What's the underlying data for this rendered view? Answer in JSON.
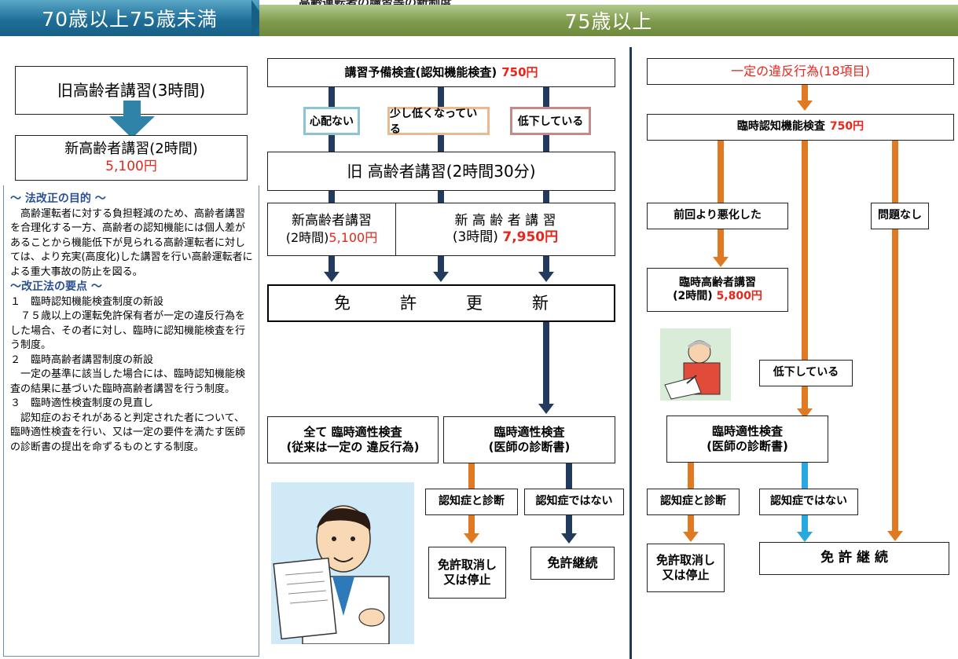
{
  "header": {
    "top_caption": "高齢運転者の講習等の新制度",
    "left_label": "70歳以上75歳未満",
    "right_label": "75歳以上"
  },
  "left_column": {
    "old_course": "旧高齢者講習(3時間)",
    "new_course_title": "新高齢者講習(2時間)",
    "new_course_price": "5,100円",
    "notes": {
      "purpose_heading": "～ 法改正の目的 ～",
      "purpose_text": "　高齢運転者に対する負担軽減のため、高齢者講習を合理化する一方、高齢者の認知機能には個人差があることから機能低下が見られる高齢運転者に対しては、より充実(高度化)した講習を行い高齢運転者による重大事故の防止を図る。",
      "points_heading": "～改正法の要点 ～",
      "p1_title": "１　臨時認知機能検査制度の新設",
      "p1_text": "　７５歳以上の運転免許保有者が一定の違反行為をした場合、その者に対し、臨時に認知機能検査を行う制度。",
      "p2_title": "２　臨時高齢者講習制度の新設",
      "p2_text": "　一定の基準に該当した場合には、臨時認知機能検査の結果に基づいた臨時高齢者講習を行う制度。",
      "p3_title": "３　臨時適性検査制度の見直し",
      "p3_text": "　認知症のおそれがあると判定された者について、臨時適性検査を行い、又は一定の要件を満たす医師の診断書の提出を命ずるものとする制度。"
    }
  },
  "middle_column": {
    "pre_check_title": "講習予備検査(認知機能検査)",
    "pre_check_price": "750円",
    "tag_ok": "心配ない",
    "tag_slight": "少し低くなっている",
    "tag_low": "低下している",
    "old_course_mid": "旧 高齢者講習(2時間30分)",
    "new_course_a_title": "新高齢者講習",
    "new_course_a_sub": "(2時間)",
    "new_course_a_price": "5,100円",
    "new_course_b_title": "新 高 齢 者 講 習",
    "new_course_b_sub": "(3時間)",
    "new_course_b_price": "7,950円",
    "renewal": "免　　　許　　　更　　　新",
    "all_check_l1": "全て 臨時適性検査",
    "all_check_l2": "(従来は一定の 違反行為)",
    "temp_check_l1": "臨時適性検査",
    "temp_check_l2": "(医師の診断書)",
    "diag_yes": "認知症と診断",
    "diag_no": "認知症ではない",
    "revoke_l1": "免許取消し",
    "revoke_l2": "又は停止",
    "continue": "免許継続"
  },
  "right_column": {
    "violation_prefix": "一定の違反行為",
    "violation_suffix": "(18項目)",
    "temp_cog_title": "臨時認知機能検査",
    "temp_cog_price": "750円",
    "worse": "前回より悪化した",
    "no_issue": "問題なし",
    "temp_course_title": "臨時高齢者講習",
    "temp_course_sub": "(2時間)",
    "temp_course_price": "5,800円",
    "decline": "低下している",
    "temp_check_l1": "臨時適性検査",
    "temp_check_l2": "(医師の診断書)",
    "diag_yes": "認知症と診断",
    "diag_no": "認知症ではない",
    "revoke_l1": "免許取消し",
    "revoke_l2": "又は停止",
    "continue": "免 許 継 続"
  },
  "colors": {
    "left_header": "#1f6f98",
    "right_header": "#7e9a4b",
    "price_red": "#e8261b",
    "navy_arrow": "#213a5e",
    "orange_arrow": "#e07a22",
    "blue_arrow": "#27a8e0",
    "tag_ok_border": "#8ec3d6",
    "tag_slight_border": "#e9b98f",
    "tag_low_border": "#c98888"
  }
}
